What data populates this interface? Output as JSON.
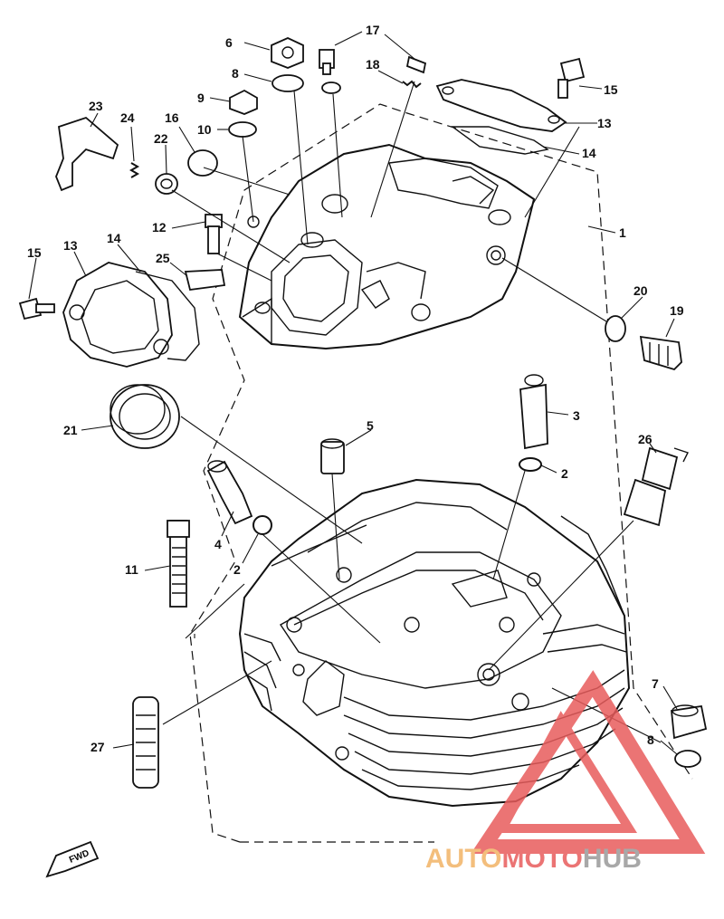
{
  "callouts": {
    "c1": "1",
    "c2a": "2",
    "c2b": "2",
    "c3": "3",
    "c4": "4",
    "c5": "5",
    "c6": "6",
    "c7": "7",
    "c8a": "8",
    "c8b": "8",
    "c9": "9",
    "c10": "10",
    "c11": "11",
    "c12": "12",
    "c13a": "13",
    "c13b": "13",
    "c14a": "14",
    "c14b": "14",
    "c15a": "15",
    "c15b": "15",
    "c16": "16",
    "c17": "17",
    "c18": "18",
    "c19": "19",
    "c20": "20",
    "c21": "21",
    "c22": "22",
    "c23": "23",
    "c24": "24",
    "c25": "25",
    "c26": "26",
    "c27": "27"
  },
  "fwd_label": "FWD",
  "watermark": {
    "part1": "AUTO",
    "part2": "MOTO",
    "part3": "HUB",
    "color_orange": "#f2b366",
    "color_red": "#e85c5c",
    "color_gray": "#9a9a9a"
  }
}
